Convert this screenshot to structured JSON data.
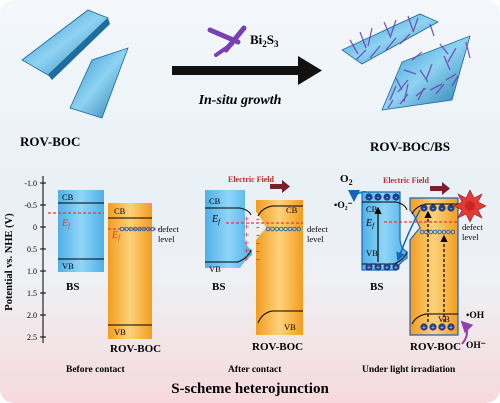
{
  "top": {
    "left_label": "ROV-BOC",
    "reagent": "Bi",
    "reagent_sub1": "2",
    "reagent_s": "S",
    "reagent_sub2": "3",
    "process": "In-situ growth",
    "right_label": "ROV-BOC/BS"
  },
  "axis": {
    "ylabel": "Potential vs. NHE (V)",
    "ticks": [
      "-1.0",
      "-0.5",
      "0",
      "0.5",
      "1.0",
      "1.5",
      "2.0",
      "2.5"
    ]
  },
  "panels": {
    "before": {
      "caption": "Before contact",
      "bs_label": "BS",
      "boc_label": "ROV-BOC",
      "cb": "CB",
      "vb": "VB",
      "cb2": "CB",
      "vb2": "VB",
      "ef": "E",
      "ef_sub": "f",
      "ef2": "E",
      "ef2_sub": "f",
      "defect1": "defect",
      "defect2": "level"
    },
    "after": {
      "caption": "After contact",
      "bs_label": "BS",
      "boc_label": "ROV-BOC",
      "cb": "CB",
      "vb": "VB",
      "cb2": "CB",
      "vb2": "VB",
      "ef": "E",
      "ef_sub": "f",
      "field": "Electric Field",
      "defect1": "defect",
      "defect2": "level"
    },
    "light": {
      "caption": "Under light irradiation",
      "bs_label": "BS",
      "boc_label": "ROV-BOC",
      "cb": "CB",
      "vb": "VB",
      "vb2": "VB",
      "ef": "E",
      "ef_sub": "f",
      "field": "Electric Field",
      "defect1": "defect",
      "defect2": "level",
      "o2": "O",
      "o2_sub": "2",
      "superoxide": "•O₂⁻",
      "oh_radical": "•OH",
      "oh_minus": "OH⁻"
    }
  },
  "footer": "S-scheme heterojunction",
  "colors": {
    "bs_band": "#6ec6f0",
    "boc_band": "#f5b440",
    "fermi": "#e53935",
    "field_arrow": "#7a1f2b",
    "title": "#111111"
  }
}
